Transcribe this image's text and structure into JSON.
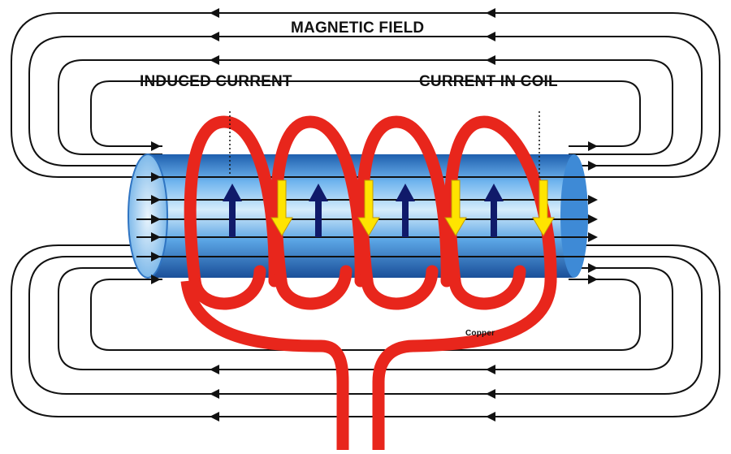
{
  "labels": {
    "magnetic_field": "MAGNETIC FIELD",
    "induced_current": "INDUCED CURRENT",
    "current_in_coil": "CURRENT IN COIL",
    "copper": "Copper"
  },
  "colors": {
    "field_lines": "#111111",
    "coil": "#e8261c",
    "tube": "#5aa8e8",
    "coil_current_arrow": "#ffe400",
    "induced_arrow": "#101a6a"
  },
  "icons": [
    "field-arrow-left-icon",
    "field-arrow-right-icon",
    "coil-current-arrow-icon",
    "induced-current-arrow-icon"
  ]
}
